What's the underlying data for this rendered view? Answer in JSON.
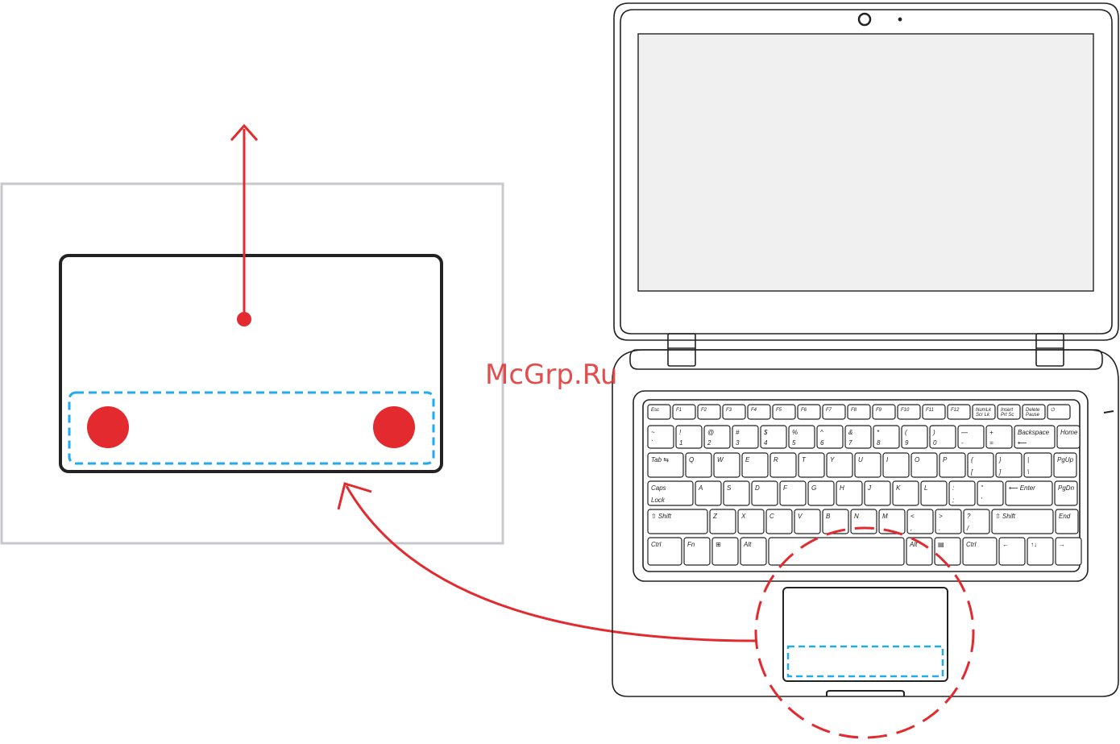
{
  "watermark": "McGrp.Ru",
  "colors": {
    "red": "#e32a2f",
    "blue": "#22aaee",
    "outline": "#222222",
    "frame": "#c8c8cc"
  },
  "keyboard": {
    "rows": [
      [
        {
          "t": "Esc",
          "w": 28
        },
        {
          "t": "F1",
          "w": 28
        },
        {
          "t": "F2",
          "w": 28
        },
        {
          "t": "F3",
          "w": 28
        },
        {
          "t": "F4",
          "w": 28
        },
        {
          "t": "F5",
          "w": 28
        },
        {
          "t": "F6",
          "w": 28
        },
        {
          "t": "F7",
          "w": 28
        },
        {
          "t": "F8",
          "w": 28
        },
        {
          "t": "F9",
          "w": 28
        },
        {
          "t": "F10",
          "w": 28
        },
        {
          "t": "F11",
          "w": 28
        },
        {
          "t": "F12",
          "w": 28
        },
        {
          "t": "NumLk",
          "b": "Scr Lk",
          "w": 28
        },
        {
          "t": "Insert",
          "b": "Prt Sc",
          "w": 28
        },
        {
          "t": "Delete",
          "b": "Pause",
          "w": 28
        },
        {
          "t": "⏻",
          "w": 28
        }
      ],
      [
        {
          "t": "~",
          "b": "`",
          "w": 32
        },
        {
          "t": "!",
          "b": "1",
          "w": 32
        },
        {
          "t": "@",
          "b": "2",
          "w": 32
        },
        {
          "t": "#",
          "b": "3",
          "w": 32
        },
        {
          "t": "$",
          "b": "4",
          "w": 32
        },
        {
          "t": "%",
          "b": "5",
          "w": 32
        },
        {
          "t": "^",
          "b": "6",
          "w": 32
        },
        {
          "t": "&",
          "b": "7",
          "w": 32
        },
        {
          "t": "*",
          "b": "8",
          "w": 32
        },
        {
          "t": "(",
          "b": "9",
          "w": 32
        },
        {
          "t": ")",
          "b": "0",
          "w": 32
        },
        {
          "t": "—",
          "b": "-",
          "w": 32
        },
        {
          "t": "+",
          "b": "=",
          "w": 32
        },
        {
          "t": "Backspace",
          "b": "⟵",
          "w": 50
        },
        {
          "t": "Home",
          "w": 28
        }
      ],
      [
        {
          "t": "Tab ⇆",
          "w": 44
        },
        {
          "t": "Q",
          "w": 32
        },
        {
          "t": "W",
          "w": 32
        },
        {
          "t": "E",
          "w": 32
        },
        {
          "t": "R",
          "w": 32
        },
        {
          "t": "T",
          "w": 32
        },
        {
          "t": "Y",
          "w": 32
        },
        {
          "t": "U",
          "w": 32
        },
        {
          "t": "I",
          "w": 32
        },
        {
          "t": "O",
          "w": 32
        },
        {
          "t": "P",
          "w": 32
        },
        {
          "t": "{",
          "b": "[",
          "w": 32
        },
        {
          "t": "}",
          "b": "]",
          "w": 32
        },
        {
          "t": "|",
          "b": "\\",
          "w": 34
        },
        {
          "t": "PgUp",
          "w": 28
        }
      ],
      [
        {
          "t": "Caps",
          "b": "Lock",
          "w": 56
        },
        {
          "t": "A",
          "w": 32
        },
        {
          "t": "S",
          "w": 32
        },
        {
          "t": "D",
          "w": 32
        },
        {
          "t": "F",
          "w": 32
        },
        {
          "t": "G",
          "w": 32
        },
        {
          "t": "H",
          "w": 32
        },
        {
          "t": "J",
          "w": 32
        },
        {
          "t": "K",
          "w": 32
        },
        {
          "t": "L",
          "w": 32
        },
        {
          "t": ":",
          "b": ";",
          "w": 32
        },
        {
          "t": "\"",
          "b": "'",
          "w": 32
        },
        {
          "t": "⟵ Enter",
          "w": 58
        },
        {
          "t": "PgDn",
          "w": 28
        }
      ],
      [
        {
          "t": "⇧ Shift",
          "w": 74
        },
        {
          "t": "Z",
          "w": 32
        },
        {
          "t": "X",
          "w": 32
        },
        {
          "t": "C",
          "w": 32
        },
        {
          "t": "V",
          "w": 32
        },
        {
          "t": "B",
          "w": 32
        },
        {
          "t": "N",
          "w": 32
        },
        {
          "t": "M",
          "w": 32
        },
        {
          "t": "<",
          "b": ",",
          "w": 32
        },
        {
          "t": ">",
          "b": ".",
          "w": 32
        },
        {
          "t": "?",
          "b": "/",
          "w": 32
        },
        {
          "t": "⇧ Shift",
          "w": 76
        },
        {
          "t": "End",
          "w": 28
        }
      ],
      [
        {
          "t": "Ctrl",
          "w": 42
        },
        {
          "t": "Fn",
          "w": 32
        },
        {
          "t": "⊞",
          "w": 32
        },
        {
          "t": "Alt",
          "w": 32
        },
        {
          "t": "",
          "w": 168
        },
        {
          "t": "Alt",
          "w": 32
        },
        {
          "t": "▤",
          "w": 32
        },
        {
          "t": "Ctrl",
          "w": 42
        },
        {
          "t": "←",
          "w": 32
        },
        {
          "t": "↑↓",
          "w": 32
        },
        {
          "t": "→",
          "w": 32
        }
      ]
    ]
  }
}
